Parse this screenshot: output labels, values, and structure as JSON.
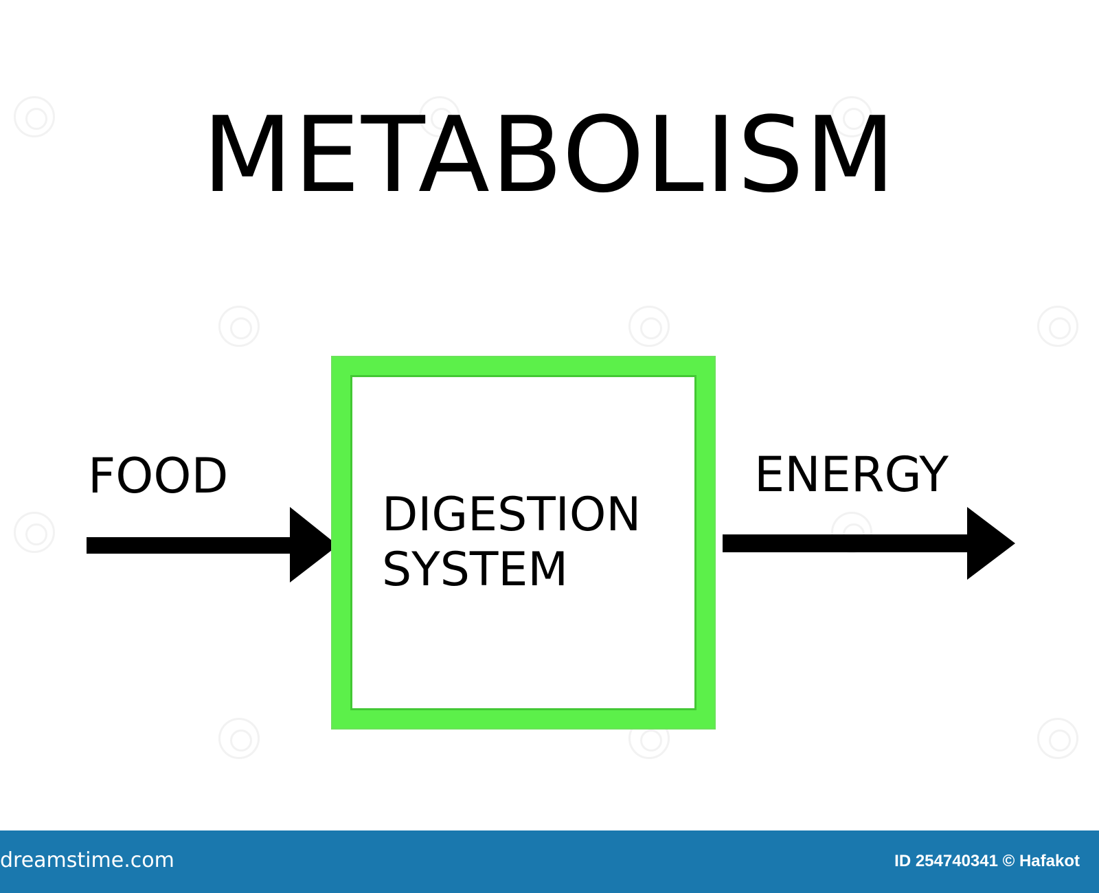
{
  "title": "METABOLISM",
  "input": {
    "label": "FOOD"
  },
  "process": {
    "line1": "DIGESTION",
    "line2": "SYSTEM",
    "frame_color": "#5cf04a"
  },
  "output": {
    "label": "ENERGY"
  },
  "footer": {
    "brand": "dreamstime.com",
    "credit": "ID 254740341 © Hafakot",
    "background_color": "#1a78ae"
  },
  "icons": {
    "input_arrow": "arrow-right-icon",
    "output_arrow": "arrow-right-icon"
  }
}
